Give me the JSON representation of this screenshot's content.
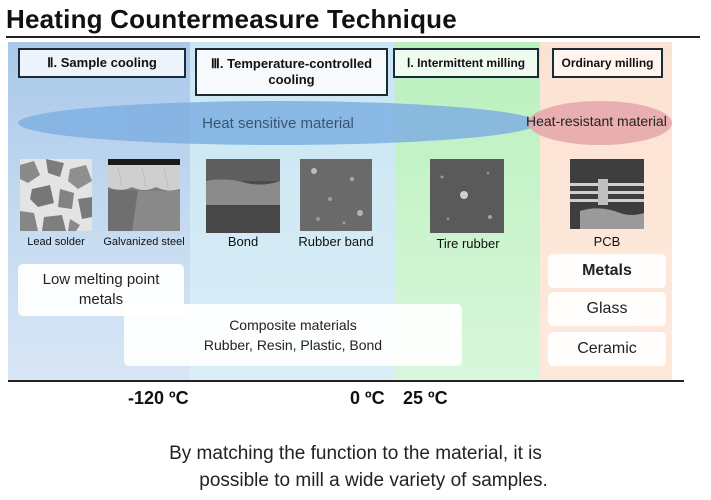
{
  "title": "Heating Countermeasure Technique",
  "columns": {
    "sample_cooling": "Ⅱ. Sample cooling",
    "temp_controlled": "Ⅲ. Temperature-controlled cooling",
    "intermittent": "Ⅰ. Intermittent milling",
    "ordinary": "Ordinary milling"
  },
  "categories": {
    "heat_sensitive": "Heat sensitive material",
    "heat_resistant": "Heat-resistant material"
  },
  "samples": {
    "lead_solder": "Lead solder",
    "galvanized_steel": "Galvanized steel",
    "bond": "Bond",
    "rubber_band": "Rubber band",
    "tire_rubber": "Tire rubber",
    "pcb": "PCB"
  },
  "material_groups": {
    "low_melting": "Low melting point metals",
    "composite_line1": "Composite materials",
    "composite_line2": "Rubber, Resin, Plastic, Bond",
    "metals": "Metals",
    "glass": "Glass",
    "ceramic": "Ceramic"
  },
  "temperatures": {
    "t1": "-120 ºC",
    "t2": "0 ºC",
    "t3": "25 ºC"
  },
  "footer": {
    "line1": "By matching the function to the material, it is",
    "line2": "possible to mill a wide variety of samples."
  },
  "colors": {
    "sample_cooling_band": "#c6dbf1",
    "temp_controlled_band": "#daeef7",
    "intermittent_band": "#d9f7db",
    "ordinary_band": "#fde9dc",
    "heat_sensitive_ellipse": "#7fb0e2",
    "heat_resistant_ellipse": "#e6a7ac"
  }
}
